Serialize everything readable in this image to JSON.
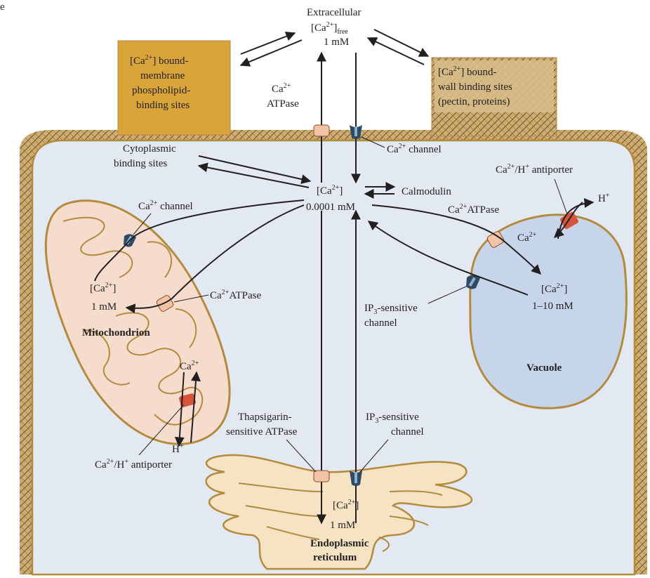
{
  "corner_letter": "e",
  "extracellular": {
    "line1": "Extracellular",
    "line2_base": "[Ca",
    "line2_sup": "2+",
    "line2_close": "]",
    "line2_sub": "free",
    "line3": "1 mM"
  },
  "membrane_box": {
    "line1_base": "[Ca",
    "line1_sup": "2+",
    "line1_rest": "] bound-",
    "line2": "membrane",
    "line3": "phospholipid-",
    "line4": "binding sites"
  },
  "wall_box": {
    "line1_base": "[Ca",
    "line1_sup": "2+",
    "line1_rest": "] bound-",
    "line2": "wall binding sites",
    "line3": "(pectin, proteins)"
  },
  "pm_atpase": {
    "line1_base": "Ca",
    "line1_sup": "2+",
    "line2": "ATPase"
  },
  "pm_channel": {
    "base": "Ca",
    "sup": "2+",
    "rest": " channel"
  },
  "cyto_binding": {
    "line1": "Cytoplasmic",
    "line2": "binding sites"
  },
  "cytosol": {
    "line1_base": "[Ca",
    "line1_sup": "2+",
    "line1_close": "]",
    "line2": "0.0001 mM"
  },
  "calmodulin": "Calmodulin",
  "mito": {
    "channel_base": "Ca",
    "channel_sup": "2+",
    "channel_rest": " channel",
    "conc_base": "[Ca",
    "conc_sup": "2+",
    "conc_close": "]",
    "conc_value": "1 mM",
    "atpase_base": "Ca",
    "atpase_sup": "2+",
    "atpase_rest": "ATPase",
    "name": "Mitochondrion",
    "ion_base": "Ca",
    "ion_sup": "2+",
    "h_base": "H",
    "h_sup": "+",
    "antiporter_base1": "Ca",
    "antiporter_sup1": "2+",
    "antiporter_mid": "/H",
    "antiporter_sup2": "+",
    "antiporter_rest": " antiporter"
  },
  "vacuole": {
    "antiporter_base1": "Ca",
    "antiporter_sup1": "2+",
    "antiporter_mid": "/H",
    "antiporter_sup2": "+",
    "antiporter_rest": " antiporter",
    "h_base": "H",
    "h_sup": "+",
    "ion_base": "Ca",
    "ion_sup": "2+",
    "atpase_base": "Ca",
    "atpase_sup": "2+",
    "atpase_rest": "ATPase",
    "conc_base": "[Ca",
    "conc_sup": "2+",
    "conc_close": "]",
    "conc_value": "1–10 mM",
    "channel_line1_base": "IP",
    "channel_line1_sub": "3",
    "channel_line1_rest": "-sensitive",
    "channel_line2": "channel",
    "name": "Vacuole"
  },
  "er": {
    "atpase_line1": "Thapsigarin-",
    "atpase_line2": "sensitive ATPase",
    "channel_line1_base": "IP",
    "channel_line1_sub": "3",
    "channel_line1_rest": "-sensitive",
    "channel_line2": "channel",
    "conc_base": "[Ca",
    "conc_sup": "2+",
    "conc_close": "]",
    "conc_value": "1 mM",
    "name_line1": "Endoplasmic",
    "name_line2": "reticulum"
  },
  "colors": {
    "membrane_box": "#d9a53a",
    "wall_box": "#cfad72",
    "wall_hatch": "#b08a4a",
    "cytoplasm": "#e3e9f3",
    "mitochondrion": "#f6dccd",
    "vacuole": "#c7d5ea",
    "er": "#f5e3c4",
    "atpase": "#f3c3a5",
    "channel": "#2e4a64",
    "antiporter": "#d4553a",
    "membrane_line": "#b48a3c"
  }
}
